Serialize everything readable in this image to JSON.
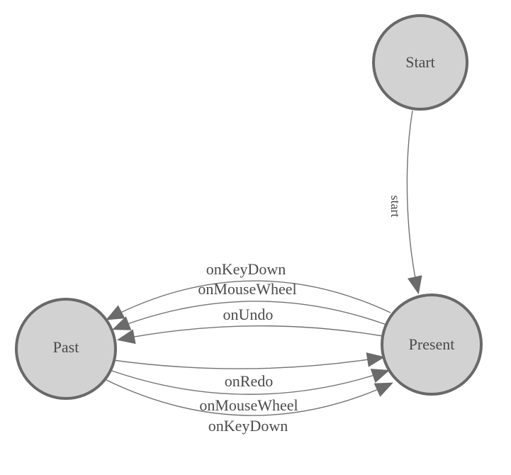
{
  "diagram": {
    "type": "state-machine",
    "background": "#ffffff",
    "colors": {
      "node_fill": "#d2d2d2",
      "node_stroke": "#696969",
      "edge_stroke": "#737373",
      "arrow_fill": "#6b6b6b",
      "label_text": "#4a4a4a"
    },
    "nodes": [
      {
        "id": "start",
        "label": "Start"
      },
      {
        "id": "past",
        "label": "Past"
      },
      {
        "id": "present",
        "label": "Present"
      }
    ],
    "edges": [
      {
        "id": "start-to-present",
        "label": "start",
        "from": "Start",
        "to": "Present"
      },
      {
        "id": "present-to-past-keydown",
        "label": "onKeyDown",
        "from": "Present",
        "to": "Past"
      },
      {
        "id": "present-to-past-mousewheel",
        "label": "onMouseWheel",
        "from": "Present",
        "to": "Past"
      },
      {
        "id": "present-to-past-undo",
        "label": "onUndo",
        "from": "Present",
        "to": "Past"
      },
      {
        "id": "past-to-present-redo",
        "label": "onRedo",
        "from": "Past",
        "to": "Present"
      },
      {
        "id": "past-to-present-mousewheel",
        "label": "onMouseWheel",
        "from": "Past",
        "to": "Present"
      },
      {
        "id": "past-to-present-keydown",
        "label": "onKeyDown",
        "from": "Past",
        "to": "Present"
      }
    ]
  }
}
